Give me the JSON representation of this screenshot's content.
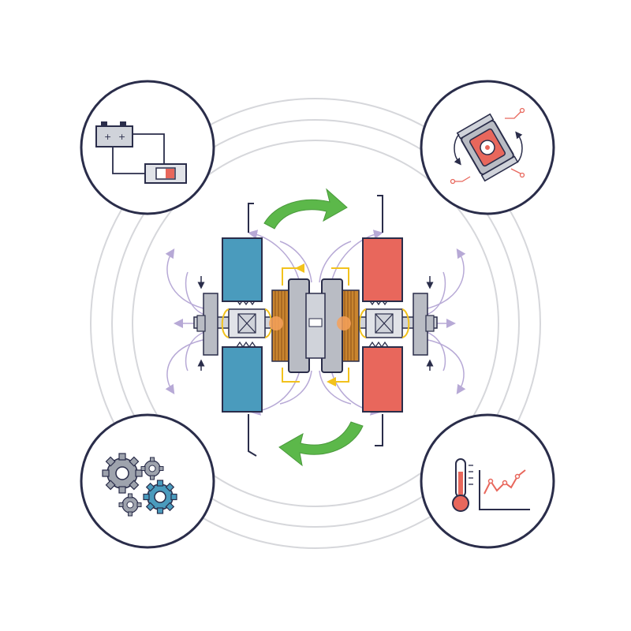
{
  "diagram": {
    "nodes": [
      {
        "id": "battery-circuit",
        "icon": "battery-with-indicator-icon"
      },
      {
        "id": "chip-rotation",
        "icon": "rotating-chip-icon"
      },
      {
        "id": "gears",
        "icon": "gears-icon"
      },
      {
        "id": "temperature-trend",
        "icon": "thermometer-chart-icon"
      }
    ],
    "center": {
      "id": "electromagnetic-actuator",
      "icon": "coil-magnet-assembly-icon"
    },
    "edges": [
      {
        "from": "cold-side",
        "to": "hot-side",
        "icon": "curved-arrow-right-icon"
      },
      {
        "from": "hot-side",
        "to": "cold-side",
        "icon": "curved-arrow-left-icon"
      }
    ],
    "colors": {
      "outline": "#2a2d4a",
      "cold": "#4a9bbd",
      "hot": "#e8675c",
      "arrow": "#5cb84a",
      "field": "#b7a9d6",
      "coil": "#c9852f",
      "highlight": "#f2c21d",
      "metal": "#b9bcc4",
      "ring": "#cfd1d6"
    }
  }
}
